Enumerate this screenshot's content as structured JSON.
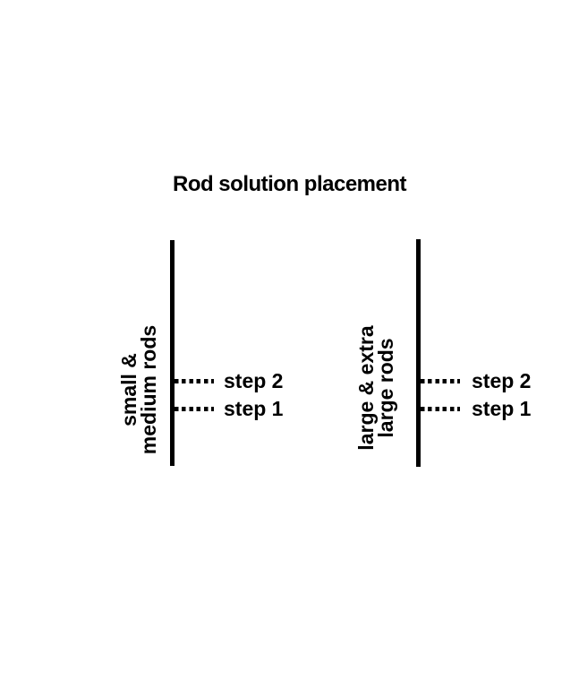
{
  "title": "Rod solution placement",
  "colors": {
    "ink": "#000000",
    "background": "#ffffff"
  },
  "rods": [
    {
      "name": "small & medium rods",
      "label_lines": [
        "small &",
        "medium rods"
      ],
      "steps": [
        {
          "label": "step 2"
        },
        {
          "label": "step 1"
        }
      ]
    },
    {
      "name": "large & extra large rods",
      "label_lines": [
        "large & extra",
        "large rods"
      ],
      "steps": [
        {
          "label": "step 2"
        },
        {
          "label": "step 1"
        }
      ]
    }
  ]
}
